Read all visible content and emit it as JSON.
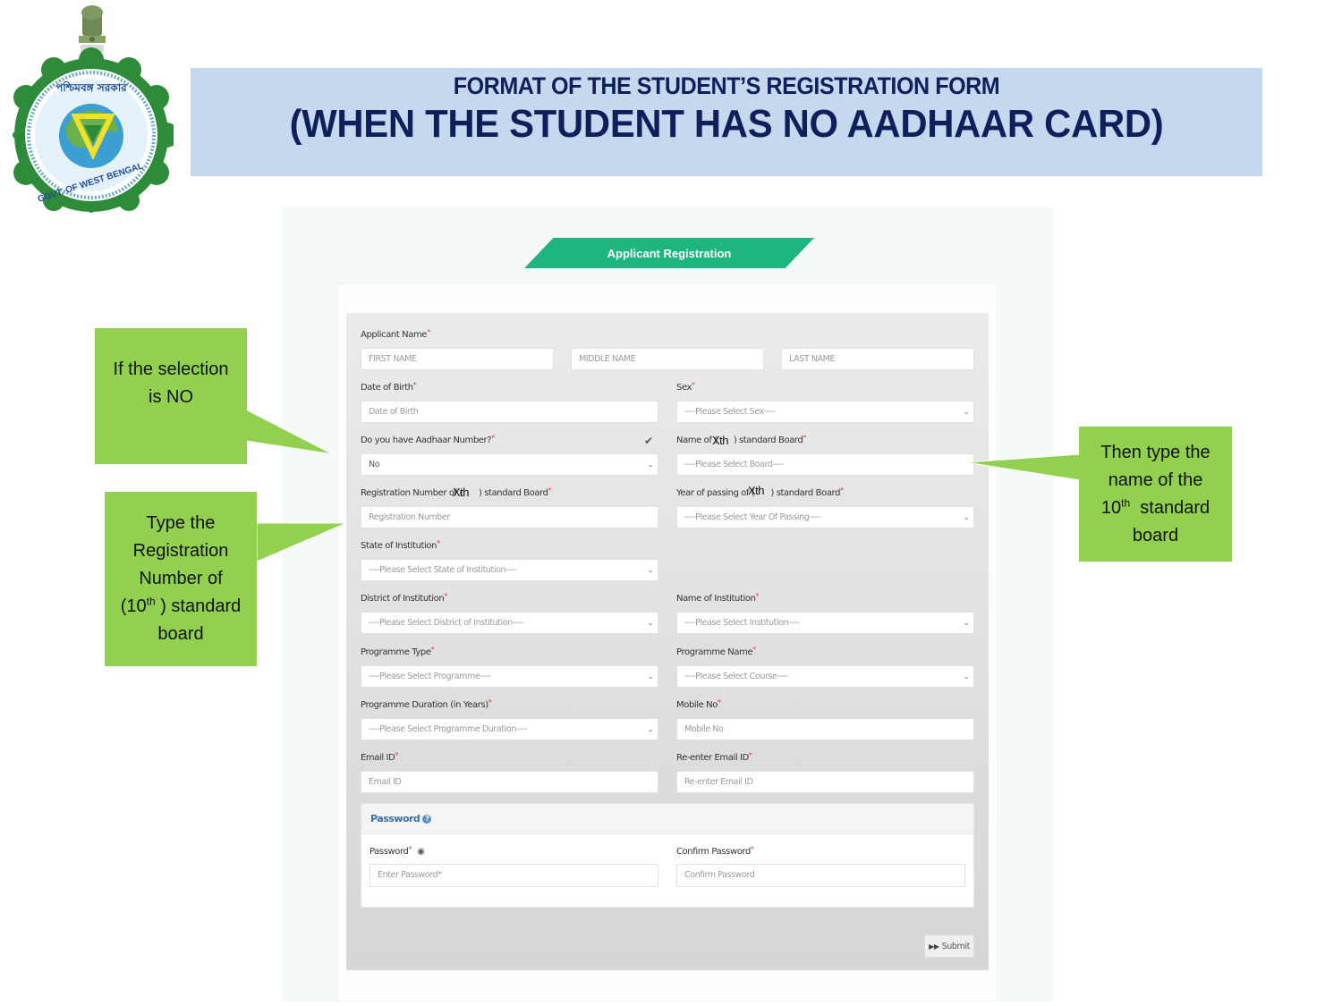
{
  "banner": {
    "line1": "FORMAT OF THE STUDENT’S REGISTRATION FORM",
    "line2": "(WHEN THE STUDENT HAS NO AADHAAR CARD)"
  },
  "logo": {
    "top_text": "পশ্চিমবঙ্গ সরকার",
    "bottom_text": "GOVT. OF WEST BENGAL"
  },
  "form": {
    "tab_title": "Applicant Registration",
    "applicant_name": {
      "label": "Applicant Name",
      "first_placeholder": "FIRST NAME",
      "middle_placeholder": "MIDDLE NAME",
      "last_placeholder": "LAST NAME"
    },
    "dob": {
      "label": "Date of Birth",
      "placeholder": "Date of Birth"
    },
    "sex": {
      "label": "Sex",
      "value": "----Please Select Sex----"
    },
    "aadhaar": {
      "label": "Do you have Aadhaar Number?",
      "value": "No"
    },
    "board_name": {
      "label_prefix": "Name of (",
      "label_suffix": ") standard Board",
      "overlay": "Xth",
      "value": "----Please Select Board----"
    },
    "reg_number": {
      "label_prefix": "Registration Number of (",
      "label_suffix": ") standard Board",
      "overlay": "Xth",
      "placeholder": "Registration Number"
    },
    "year_passing": {
      "label_prefix": "Year of passing of (",
      "label_suffix": ") standard Board",
      "overlay": "Xth",
      "value": "----Please Select Year Of Passing----"
    },
    "state": {
      "label": "State of Institution",
      "value": "----Please Select State of Institution----"
    },
    "district": {
      "label": "District of Institution",
      "value": "----Please Select District of Institution----"
    },
    "institution": {
      "label": "Name of Institution",
      "value": "----Please Select Institution----"
    },
    "programme_type": {
      "label": "Programme Type",
      "value": "----Please Select Programme----"
    },
    "programme_name": {
      "label": "Programme Name",
      "value": "----Please Select Course----"
    },
    "duration": {
      "label": "Programme Duration (in Years)",
      "value": "----Please Select Programme Duration----"
    },
    "mobile": {
      "label": "Mobile No",
      "placeholder": "Mobile No"
    },
    "email": {
      "label": "Email ID",
      "placeholder": "Email ID"
    },
    "reemail": {
      "label": "Re-enter Email ID",
      "placeholder": "Re-enter Email ID"
    },
    "password_section": {
      "title": "Password",
      "password_label": "Password",
      "password_placeholder": "Enter Password*",
      "confirm_label": "Confirm Password",
      "confirm_placeholder": "Confirm Password"
    },
    "required_mark": "*",
    "submit_label": "Submit"
  },
  "callouts": {
    "selection": {
      "line1": "If the selection",
      "line2": "is  NO"
    },
    "registration": {
      "line1": "Type the",
      "line2": "Registration",
      "line3": "Number of",
      "line4_pre": "(10",
      "line4_sup": "th",
      "line4_post": " ) standard",
      "line5": "board"
    },
    "board": {
      "line1": "Then type the",
      "line2": "name of the",
      "line3_pre": "10",
      "line3_sup": "th",
      "line3_post": "  standard",
      "line4": "board"
    }
  },
  "colors": {
    "banner_bg": "#c5d9ee",
    "banner_text": "#0f1f5c",
    "tab_green": "#1fb57f",
    "callout_green": "#92d050",
    "required_red": "#e23b3b",
    "password_title": "#3a6ea5"
  }
}
